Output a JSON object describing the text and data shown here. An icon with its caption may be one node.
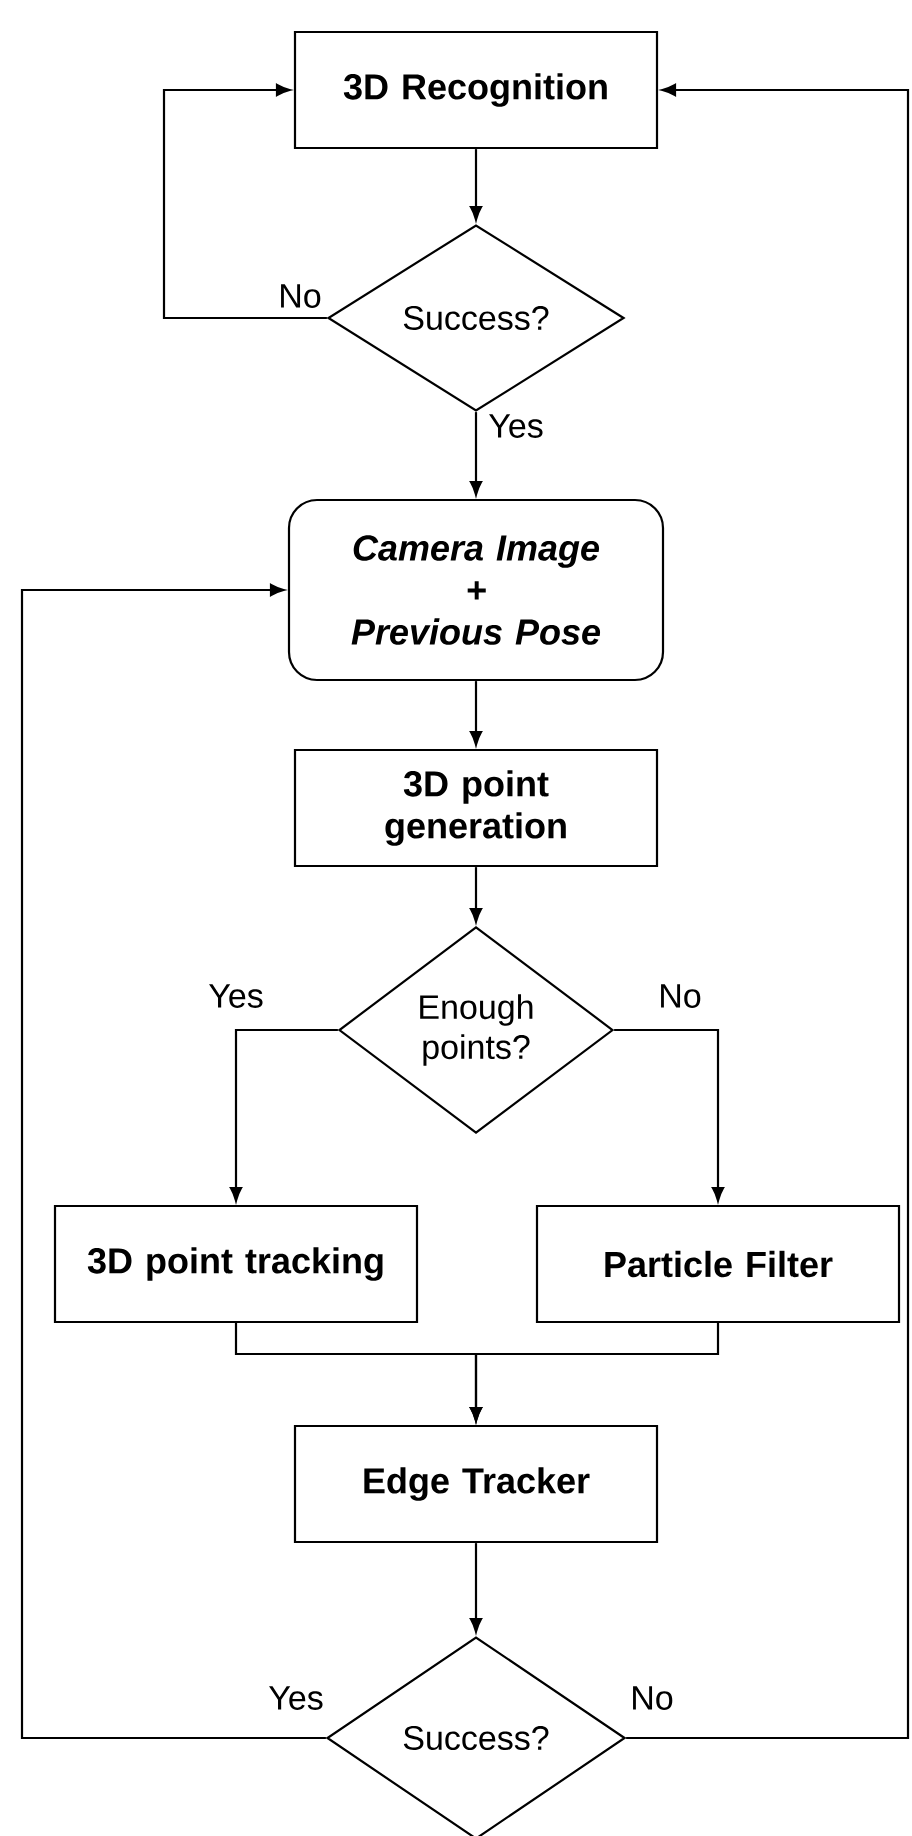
{
  "diagram": {
    "nodes": [
      {
        "text": [
          "3D Recognition"
        ]
      },
      {
        "text": [
          "Success?"
        ]
      },
      {
        "text": [
          "Camera Image",
          "+",
          "Previous Pose"
        ]
      },
      {
        "text": [
          "3D point generation"
        ]
      },
      {
        "text": [
          "Enough points?"
        ]
      },
      {
        "text": [
          "3D point tracking"
        ]
      },
      {
        "text": [
          "Particle Filter"
        ]
      },
      {
        "text": [
          "Edge Tracker"
        ]
      },
      {
        "text": [
          "Success?"
        ]
      }
    ],
    "edges": [
      {
        "from": 0,
        "to": 1,
        "arrow": "to"
      },
      {
        "from": 1,
        "to": 0,
        "arrow": "to",
        "label": "No"
      },
      {
        "from": 1,
        "to": 2,
        "arrow": "to",
        "label": "Yes"
      },
      {
        "from": 2,
        "to": 3,
        "arrow": "to"
      },
      {
        "from": 3,
        "to": 4,
        "arrow": "to"
      },
      {
        "from": 4,
        "to": 5,
        "arrow": "to",
        "label": "Yes"
      },
      {
        "from": 4,
        "to": 6,
        "arrow": "to",
        "label": "No"
      },
      {
        "from": 5,
        "to": 7,
        "arrow": "to"
      },
      {
        "from": 6,
        "to": 7,
        "arrow": "to"
      },
      {
        "from": 7,
        "to": 8,
        "arrow": "to"
      },
      {
        "from": 8,
        "to": 2,
        "arrow": "to",
        "label": "Yes"
      },
      {
        "from": 8,
        "to": 0,
        "arrow": "to",
        "label": "No"
      }
    ]
  }
}
